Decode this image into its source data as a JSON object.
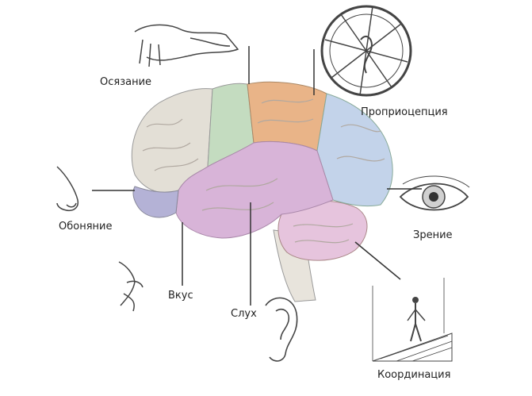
{
  "labels": {
    "touch": "Осязание",
    "proprioception": "Проприоцепция",
    "smell": "Обоняние",
    "vision": "Зрение",
    "taste": "Вкус",
    "hearing": "Слух",
    "coordination": "Координация"
  },
  "colors": {
    "frontal": "#e3dfd6",
    "somatosensory": "#c4dcc0",
    "motor": "#e9b488",
    "parietal_occipital": "#c3d3ea",
    "temporal": "#d8b4d8",
    "smell_area": "#b4b2d6",
    "cerebellum": "#e6c4dd",
    "brainstem": "#e8e4dc",
    "lines": "#333333"
  }
}
